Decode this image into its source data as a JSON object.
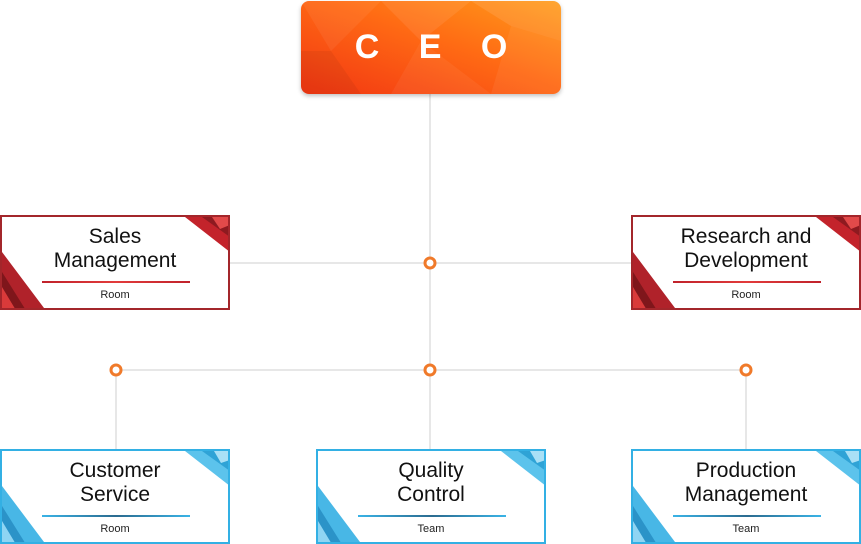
{
  "ceo": {
    "title": "C E O"
  },
  "departments": [
    {
      "title_line1": "Sales",
      "title_line2": "Management",
      "subtitle": "Room"
    },
    {
      "title_line1": "Research and",
      "title_line2": "Development",
      "subtitle": "Room"
    }
  ],
  "teams": [
    {
      "title_line1": "Customer",
      "title_line2": "Service",
      "subtitle": "Room"
    },
    {
      "title_line1": "Quality",
      "title_line2": "Control",
      "subtitle": "Team"
    },
    {
      "title_line1": "Production",
      "title_line2": "Management",
      "subtitle": "Team"
    }
  ],
  "colors": {
    "ceo_orange": "#ff6a14",
    "department_red": "#a3262b",
    "team_blue": "#33b0e4",
    "connector_gray": "#cccccc",
    "node_orange": "#f07a2a"
  }
}
